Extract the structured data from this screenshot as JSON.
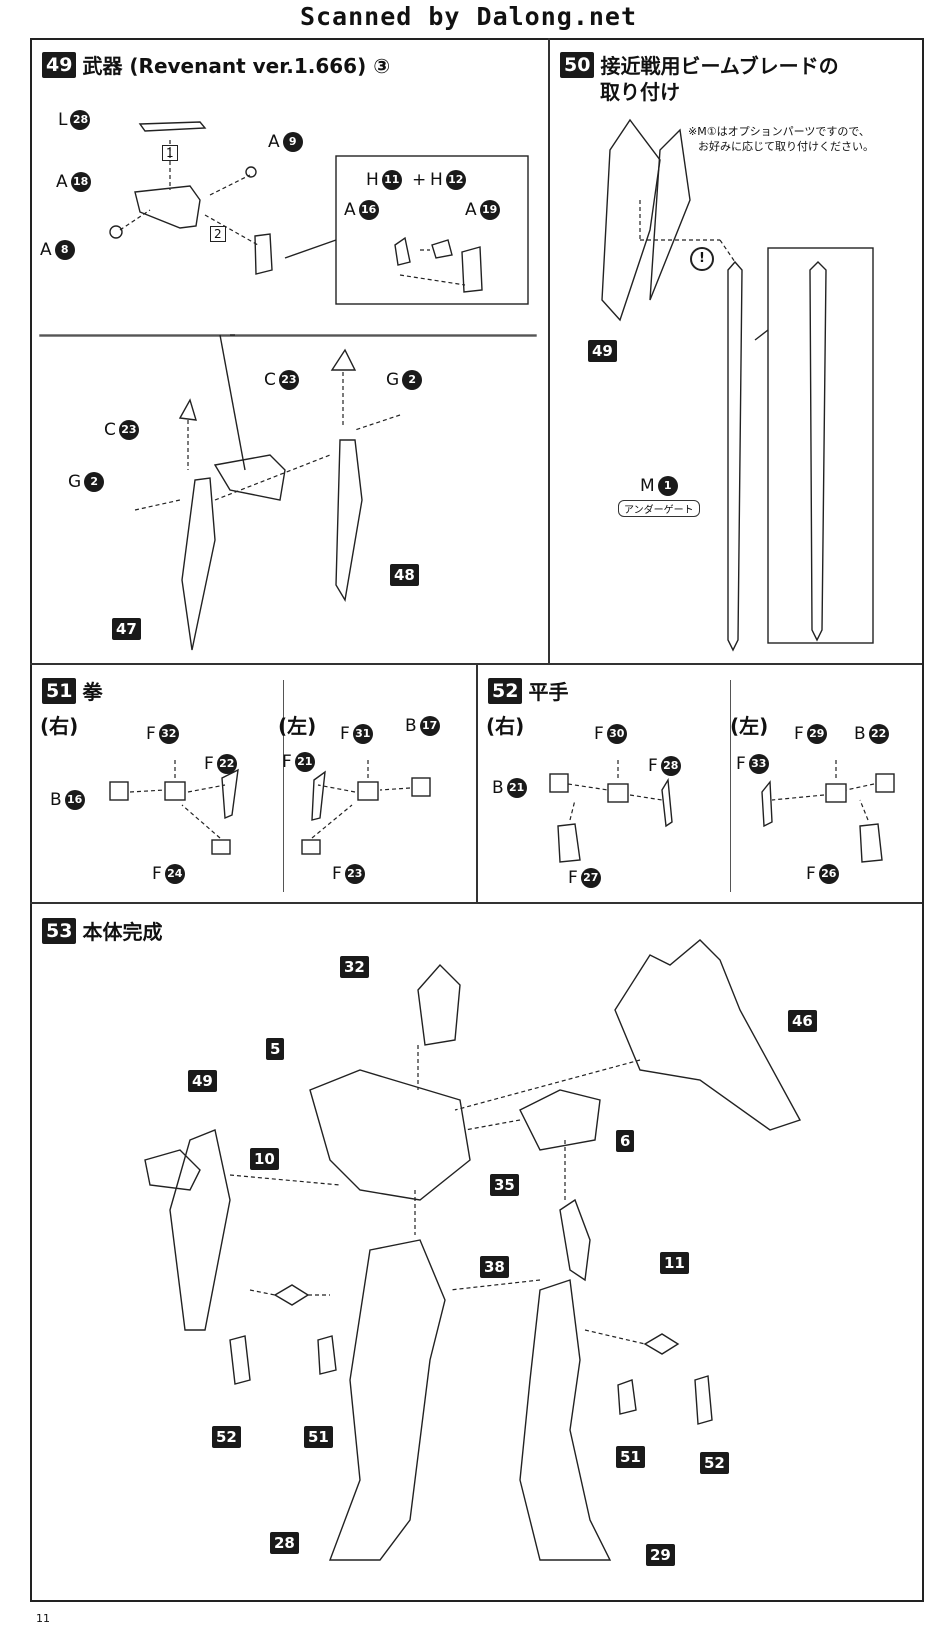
{
  "watermark": "Scanned by Dalong.net",
  "page_number": "11",
  "sections": {
    "s49": {
      "num": "49",
      "title": "武器 (Revenant ver.1.666) ③"
    },
    "s50": {
      "num": "50",
      "title_line1": "接近戦用ビームブレードの",
      "title_line2": "取り付け"
    },
    "s51": {
      "num": "51",
      "title": "拳"
    },
    "s52": {
      "num": "52",
      "title": "平手"
    },
    "s53": {
      "num": "53",
      "title": "本体完成"
    }
  },
  "note50": {
    "line1": "※M①はオプションパーツですので、",
    "line2": "お好みに応じて取り付けください。"
  },
  "under_gate": "アンダーゲート",
  "right_label": "(右)",
  "left_label": "(左)",
  "step_labels": [
    "1",
    "2"
  ],
  "plus": "+",
  "part_labels": {
    "s49": [
      {
        "l": "L",
        "n": "28"
      },
      {
        "l": "A",
        "n": "9"
      },
      {
        "l": "A",
        "n": "18"
      },
      {
        "l": "A",
        "n": "8"
      },
      {
        "l": "H",
        "n": "11"
      },
      {
        "l": "H",
        "n": "12"
      },
      {
        "l": "A",
        "n": "16"
      },
      {
        "l": "A",
        "n": "19"
      },
      {
        "l": "C",
        "n": "23"
      },
      {
        "l": "G",
        "n": "2"
      },
      {
        "l": "C",
        "n": "23"
      },
      {
        "l": "G",
        "n": "2"
      }
    ],
    "s50": [
      {
        "l": "M",
        "n": "1"
      }
    ],
    "s51r": [
      {
        "l": "F",
        "n": "32"
      },
      {
        "l": "F",
        "n": "22"
      },
      {
        "l": "B",
        "n": "16"
      },
      {
        "l": "F",
        "n": "24"
      }
    ],
    "s51l": [
      {
        "l": "F",
        "n": "31"
      },
      {
        "l": "B",
        "n": "17"
      },
      {
        "l": "F",
        "n": "21"
      },
      {
        "l": "F",
        "n": "23"
      }
    ],
    "s52r": [
      {
        "l": "F",
        "n": "30"
      },
      {
        "l": "B",
        "n": "21"
      },
      {
        "l": "F",
        "n": "28"
      },
      {
        "l": "F",
        "n": "27"
      }
    ],
    "s52l": [
      {
        "l": "F",
        "n": "29"
      },
      {
        "l": "B",
        "n": "22"
      },
      {
        "l": "F",
        "n": "33"
      },
      {
        "l": "F",
        "n": "26"
      }
    ]
  },
  "assembly_tags": {
    "s49": [
      "47",
      "48"
    ],
    "s50": [
      "49"
    ],
    "s53": [
      "32",
      "5",
      "46",
      "49",
      "10",
      "6",
      "35",
      "38",
      "11",
      "52",
      "51",
      "51",
      "52",
      "28",
      "29"
    ]
  }
}
